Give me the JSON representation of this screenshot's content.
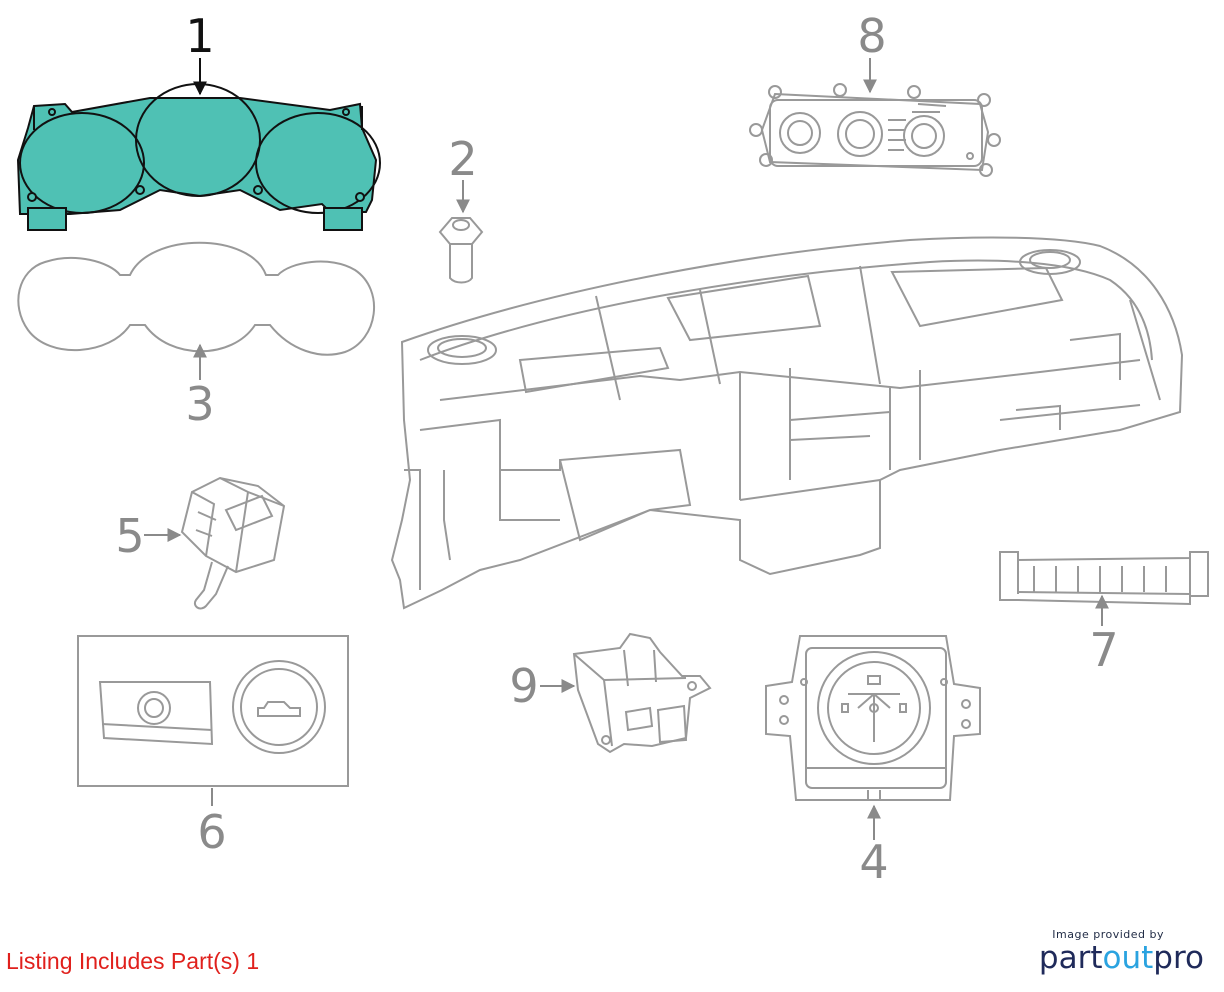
{
  "callouts": {
    "c1": "1",
    "c2": "2",
    "c3": "3",
    "c4": "4",
    "c5": "5",
    "c6": "6",
    "c7": "7",
    "c8": "8",
    "c9": "9"
  },
  "footer": {
    "listing_note": "Listing Includes Part(s) 1"
  },
  "brand": {
    "tagline": "Image provided by",
    "name_part1": "part",
    "name_part2": "out",
    "name_part3": "pro"
  },
  "colors": {
    "highlight_fill": "#4fc1b4",
    "line_gray": "#999999",
    "callout_gray": "#8a8a8a",
    "note_red": "#e0201c"
  },
  "highlighted_part": "1"
}
